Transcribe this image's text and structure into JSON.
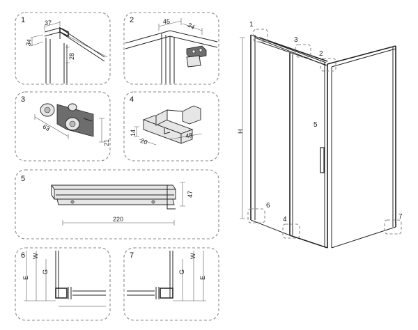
{
  "panels": {
    "p1": {
      "number": "1",
      "dims": [
        "37",
        "34",
        "28"
      ]
    },
    "p2": {
      "number": "2",
      "dims": [
        "45",
        "34"
      ]
    },
    "p3": {
      "number": "3",
      "dims": [
        "63",
        "21"
      ]
    },
    "p4": {
      "number": "4",
      "dims": [
        "14",
        "20",
        "48"
      ]
    },
    "p5": {
      "number": "5",
      "dims": [
        "47",
        "220"
      ]
    },
    "p6": {
      "number": "6",
      "dims": [
        "E",
        "W",
        "G"
      ]
    },
    "p7": {
      "number": "7",
      "dims": [
        "G",
        "W",
        "E"
      ]
    }
  },
  "main": {
    "height_label": "H",
    "callouts": [
      "1",
      "2",
      "3",
      "4",
      "5",
      "6",
      "7"
    ]
  }
}
